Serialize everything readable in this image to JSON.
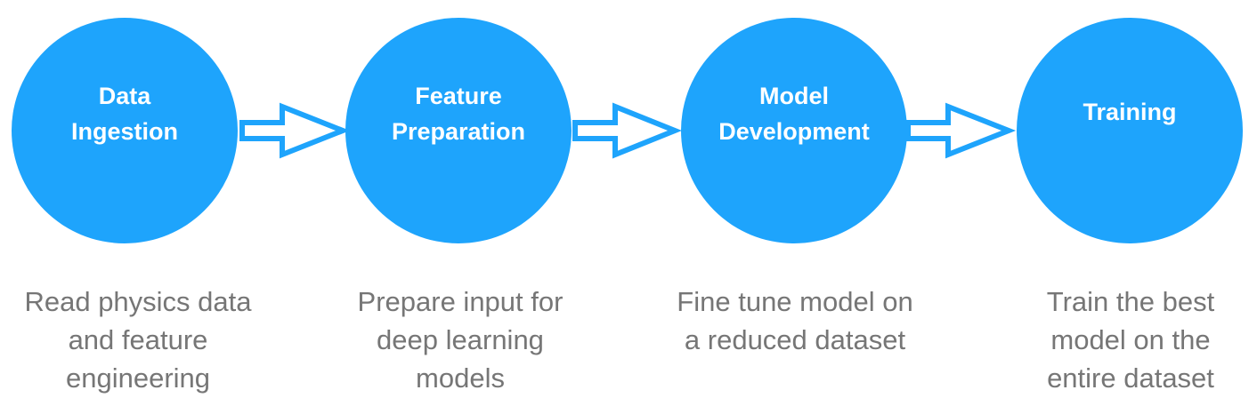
{
  "colors": {
    "node_fill": "#1ea4fc",
    "arrow_stroke": "#1ea4fc",
    "description_text": "#767676",
    "title_text": "#ffffff"
  },
  "steps": [
    {
      "title_line1": "Data",
      "title_line2": "Ingestion",
      "desc_line1": "Read physics data",
      "desc_line2": "and feature",
      "desc_line3": "engineering"
    },
    {
      "title_line1": "Feature",
      "title_line2": "Preparation",
      "desc_line1": "Prepare input for",
      "desc_line2": "deep learning",
      "desc_line3": "models"
    },
    {
      "title_line1": "Model",
      "title_line2": "Development",
      "desc_line1": "Fine tune model on",
      "desc_line2": "a reduced dataset"
    },
    {
      "title_line1": "Training",
      "desc_line1": "Train the best",
      "desc_line2": "model on the",
      "desc_line3": "entire dataset"
    }
  ]
}
